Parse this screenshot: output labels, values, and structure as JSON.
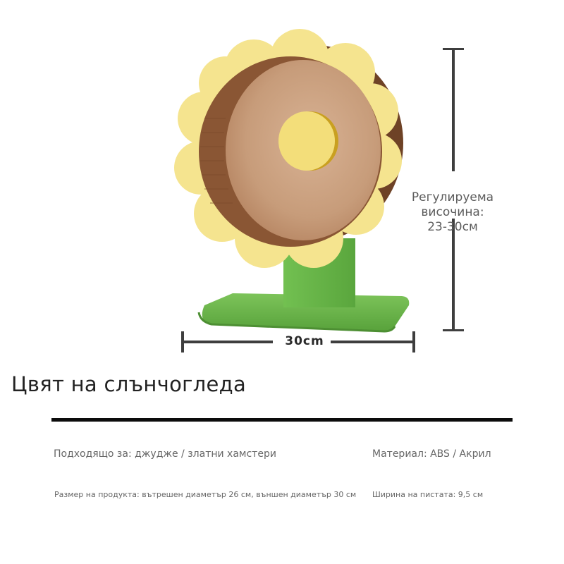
{
  "product": {
    "name_hint": "sunflower hamster wheel",
    "colors": {
      "petals": "#f5e48f",
      "hub": "#f3de7a",
      "wheel_inner": "#c9a07f",
      "wheel_shadow": "#8a5634",
      "wheel_back": "#6e4226",
      "stand": "#6ab64a",
      "stand_dark": "#4f9a35"
    }
  },
  "dimensions": {
    "height_label_line1": "Регулируема",
    "height_label_line2": "височина:",
    "height_label_line3": "23-30см",
    "width_label": "30cm"
  },
  "title": "Цвят на слънчогледа",
  "specs": {
    "suitable_for": "Подходящо за: джудже / златни хамстери",
    "material": "Материал: ABS / Акрил",
    "size": "Размер на продукта: вътрешен диаметър 26 см, външен диаметър 30 см",
    "track_width": "Ширина на пистата: 9,5 см"
  }
}
